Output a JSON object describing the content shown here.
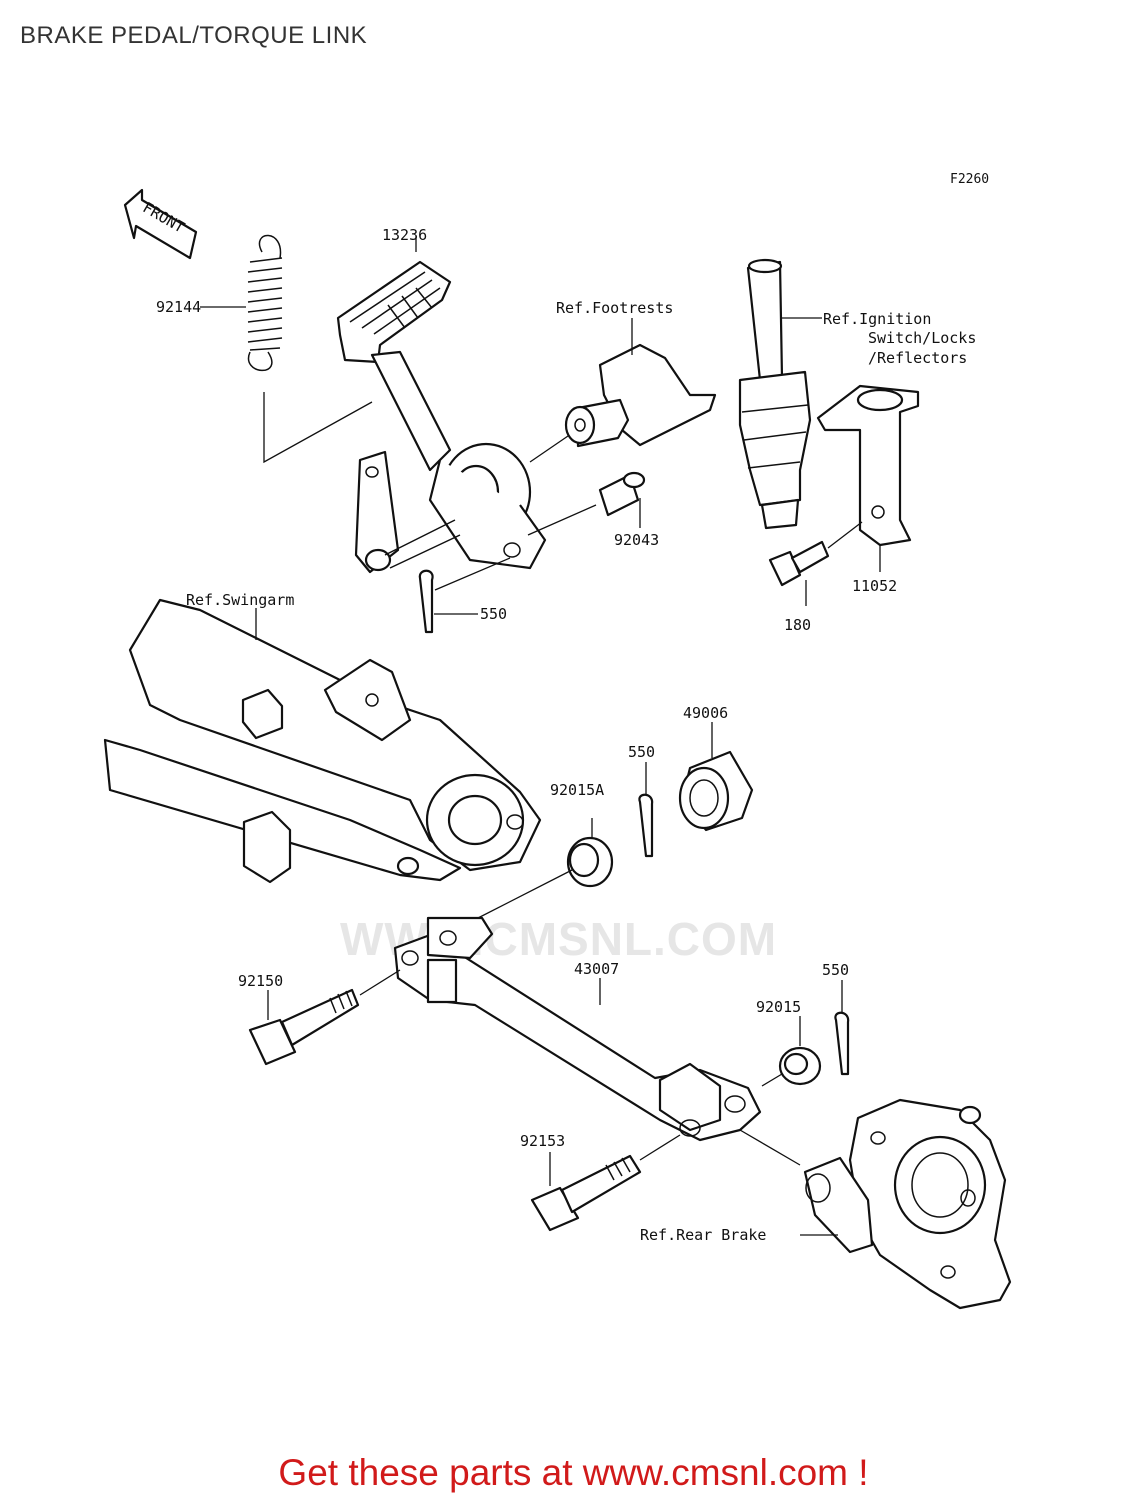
{
  "page": {
    "title": "BRAKE PEDAL/TORQUE LINK",
    "figure_code": "F2260"
  },
  "front_arrow": "FRONT",
  "watermark": "WWW.CMSNL.COM",
  "footer": {
    "text": "Get these parts at www.cmsnl.com !"
  },
  "callouts": {
    "c13236": "13236",
    "c92144": "92144",
    "ref_footrests": "Ref.Footrests",
    "ref_ignition_1": "Ref.Ignition",
    "ref_ignition_2": "Switch/Locks",
    "ref_ignition_3": "/Reflectors",
    "c92043": "92043",
    "c550a": "550",
    "c11052": "11052",
    "c180": "180",
    "ref_swingarm": "Ref.Swingarm",
    "c49006": "49006",
    "c550b": "550",
    "c92015A": "92015A",
    "c43007": "43007",
    "c92150": "92150",
    "c550c": "550",
    "c92015": "92015",
    "c92153": "92153",
    "ref_rear_brake": "Ref.Rear Brake"
  }
}
